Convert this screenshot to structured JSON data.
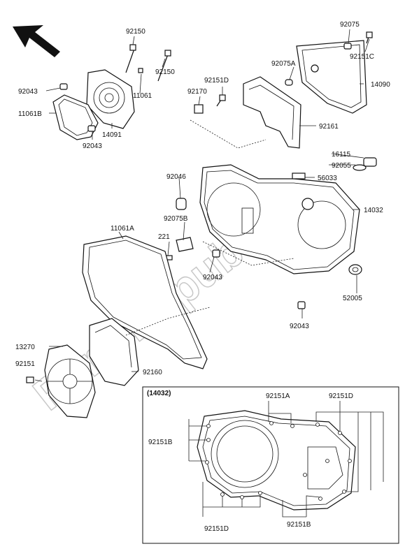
{
  "watermark": "PartsRepublik",
  "inset_title": "(14032)",
  "labels": {
    "p92150_top": "92150",
    "p92150_right": "92150",
    "p92043_top": "92043",
    "p11061": "11061",
    "p11061b": "11061B",
    "p14091": "14091",
    "p92043_left": "92043",
    "p92151d_top": "92151D",
    "p92170": "92170",
    "p92075": "92075",
    "p92151c": "92151C",
    "p92075a": "92075A",
    "p14090": "14090",
    "p92161": "92161",
    "p16115": "16115",
    "p92055": "92055",
    "p56033": "56033",
    "p92046": "92046",
    "p14032": "14032",
    "p92075b": "92075B",
    "p11061a": "11061A",
    "p221": "221",
    "p92043_mid": "92043",
    "p52005": "52005",
    "p92043_bottom": "92043",
    "p13270": "13270",
    "p92151": "92151",
    "p92160": "92160",
    "in_92151a": "92151A",
    "in_92151d_top": "92151D",
    "in_92151b_left": "92151B",
    "in_92151d_bottom": "92151D",
    "in_92151b_bottom": "92151B"
  }
}
